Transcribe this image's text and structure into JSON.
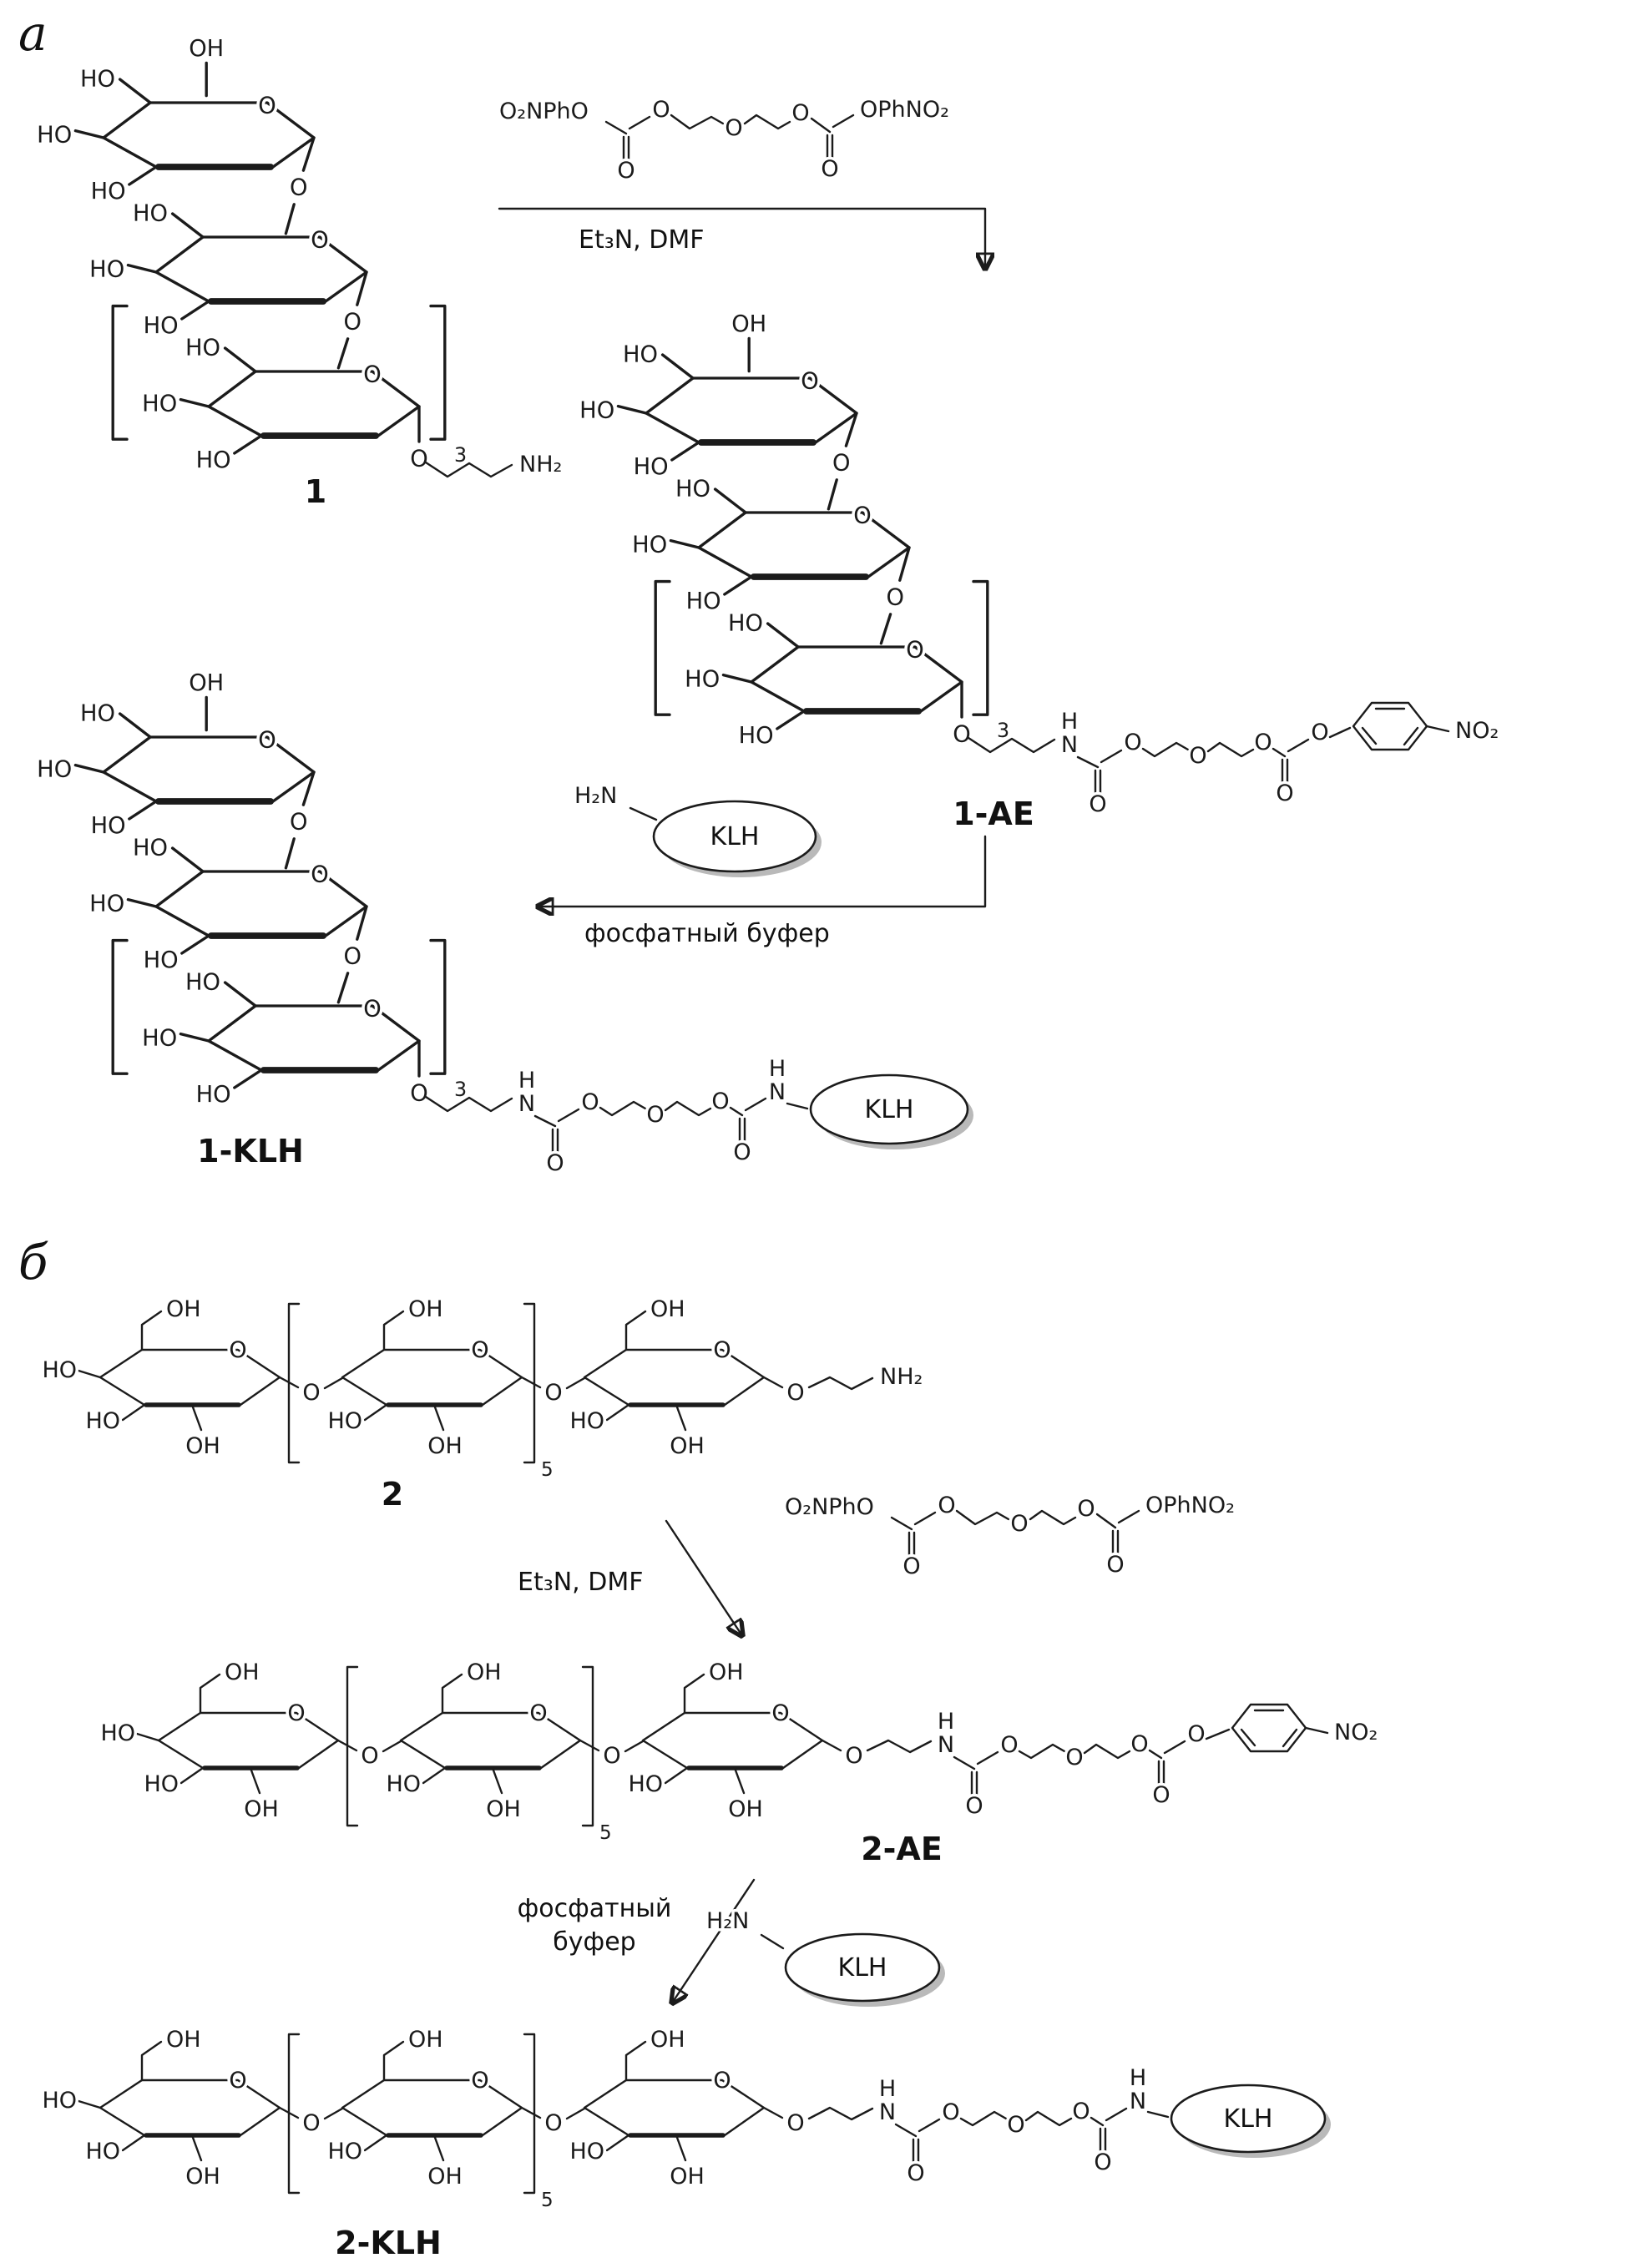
{
  "panel_a": {
    "label": "а",
    "compound_1_label": "1",
    "compound_1ae_label": "1-AE",
    "compound_1klh_label": "1-KLH",
    "repeat_subscript": "3",
    "step1_conditions": "Et₃N, DMF",
    "step2_conditions": "фосфатный буфер"
  },
  "panel_b": {
    "label": "б",
    "compound_2_label": "2",
    "compound_2ae_label": "2-AE",
    "compound_2klh_label": "2-KLH",
    "repeat_subscript": "5",
    "step1_conditions": "Et₃N, DMF",
    "step2_conditions_line1": "фосфатный",
    "step2_conditions_line2": "буфер"
  },
  "reagent": {
    "left_group": "O₂NPhO",
    "right_group": "OPhNO₂",
    "carbonyl_o": "O",
    "ether_o": "O"
  },
  "atoms": {
    "ho": "HO",
    "oh": "OH",
    "o": "O",
    "n": "N",
    "h": "H",
    "nh2": "NH₂",
    "h2n": "H₂N",
    "no2": "NO₂"
  },
  "protein": {
    "name": "KLH"
  },
  "colors": {
    "bond": "#1b1b1b",
    "shadow": "#b9b9b9",
    "background": "#ffffff"
  }
}
